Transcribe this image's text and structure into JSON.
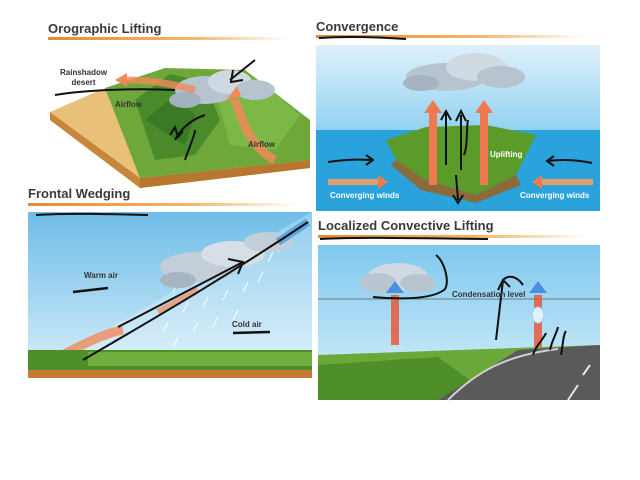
{
  "panels": {
    "orographic": {
      "title": "Orographic Lifting",
      "labels": {
        "rainshadow": "Rainshadow\ndesert",
        "airflow_left": "Airflow",
        "airflow_right": "Airflow"
      }
    },
    "convergence": {
      "title": "Convergence",
      "labels": {
        "converging_left": "Converging winds",
        "converging_right": "Converging winds",
        "uplifting": "Uplifting"
      }
    },
    "frontal": {
      "title": "Frontal Wedging",
      "labels": {
        "warm_air": "Warm air",
        "cold_air": "Cold air"
      }
    },
    "convective": {
      "title": "Localized Convective Lifting",
      "labels": {
        "condensation_level": "Condensation level"
      }
    }
  },
  "colors": {
    "accent": "#e88a2e",
    "ink": "#111111",
    "sky": "#8fcdf0",
    "sea": "#2aa3dc",
    "grass": "#5b9b2a",
    "arrow_warm": "#e8603a"
  }
}
